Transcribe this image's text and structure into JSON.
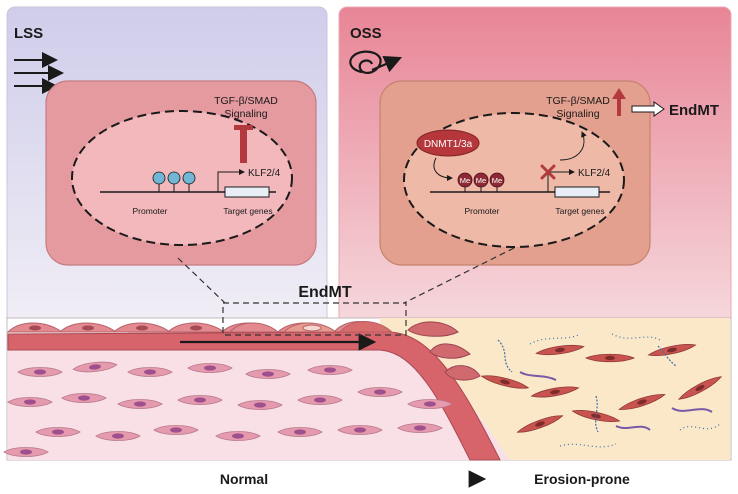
{
  "panels": {
    "left": {
      "label": "LSS"
    },
    "right": {
      "label": "OSS"
    }
  },
  "left_cell": {
    "signal_line1": "TGF-β/SMAD",
    "signal_line2": "Signaling",
    "gene": "KLF2/4",
    "promoter": "Promoter",
    "target": "Target genes"
  },
  "right_cell": {
    "signal_line1": "TGF-β/SMAD",
    "signal_line2": "Signaling",
    "outcome": "EndMT",
    "enzyme": "DNMT1/3a",
    "methyl_mark": "Me",
    "gene": "KLF2/4",
    "promoter": "Promoter",
    "target": "Target genes"
  },
  "vessel": {
    "endmt_label": "EndMT"
  },
  "footer": {
    "left": "Normal",
    "right": "Erosion-prone"
  },
  "colors": {
    "lss_bg": "#d9d7ec",
    "oss_bg": "#ee9aa8",
    "cell_fill": "#e59aa0",
    "nucleus_stroke": "#1a1a1a",
    "dnmt": "#b5373c",
    "methyl": "#8e2a35",
    "tissue": "#f7dde3",
    "erosion": "#fbe7c8"
  }
}
